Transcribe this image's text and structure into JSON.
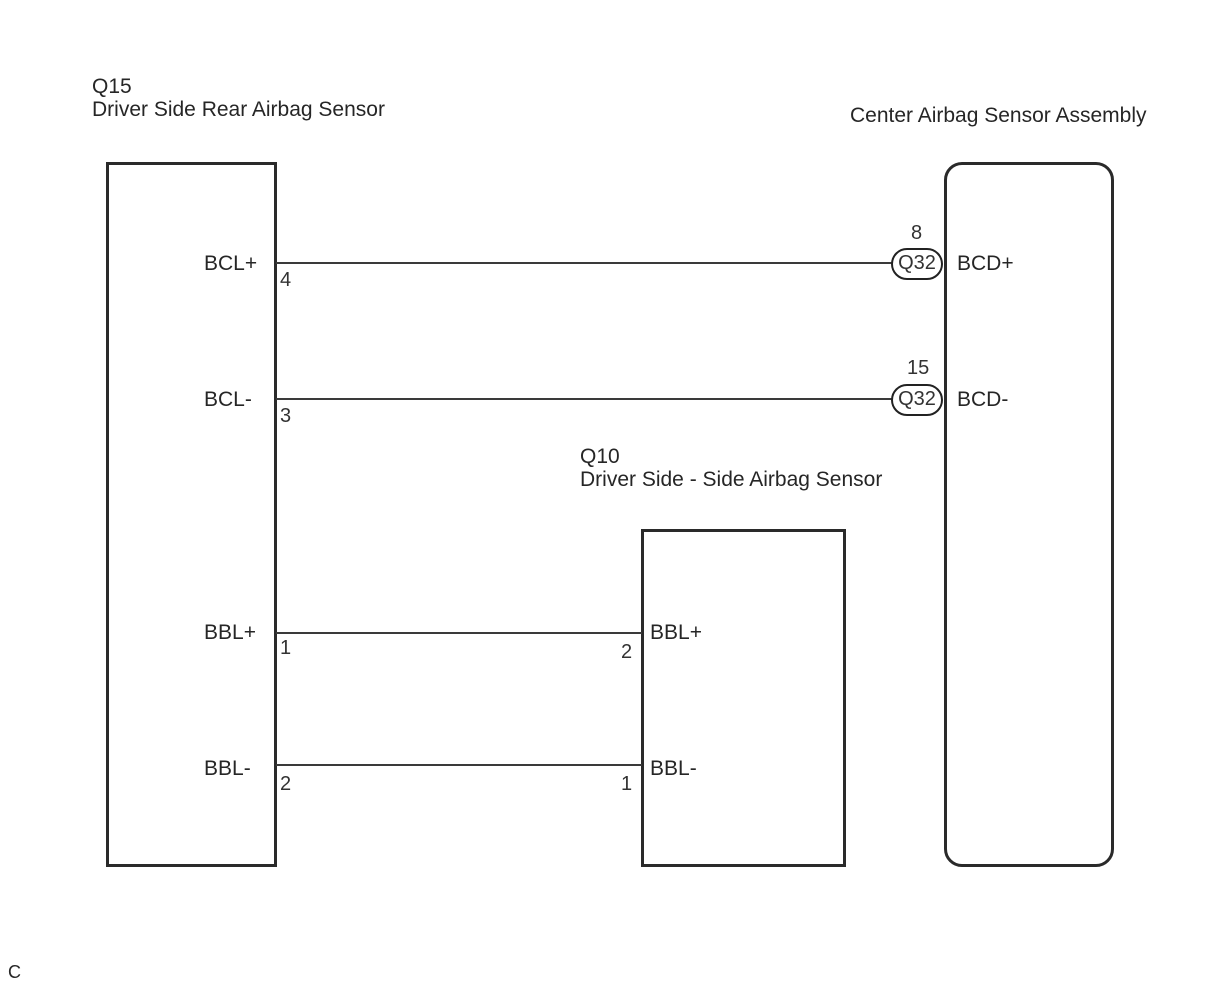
{
  "components": {
    "q15": {
      "code": "Q15",
      "name": "Driver Side Rear Airbag Sensor",
      "pins": [
        {
          "label": "BCL+",
          "number": "4"
        },
        {
          "label": "BCL-",
          "number": "3"
        },
        {
          "label": "BBL+",
          "number": "1"
        },
        {
          "label": "BBL-",
          "number": "2"
        }
      ]
    },
    "q10": {
      "code": "Q10",
      "name": "Driver Side - Side Airbag Sensor",
      "pins": [
        {
          "label": "BBL+",
          "number": "2"
        },
        {
          "label": "BBL-",
          "number": "1"
        }
      ]
    },
    "center": {
      "name": "Center Airbag Sensor Assembly",
      "pins": [
        {
          "label": "BCD+",
          "number": "8",
          "connector": "Q32"
        },
        {
          "label": "BCD-",
          "number": "15",
          "connector": "Q32"
        }
      ]
    }
  },
  "wires": [
    {
      "from": "Q15 BCL+ (4)",
      "to": "Q32 BCD+ (8)"
    },
    {
      "from": "Q15 BCL- (3)",
      "to": "Q32 BCD- (15)"
    },
    {
      "from": "Q15 BBL+ (1)",
      "to": "Q10 BBL+ (2)"
    },
    {
      "from": "Q15 BBL- (2)",
      "to": "Q10 BBL- (1)"
    }
  ],
  "footer_code": "C"
}
